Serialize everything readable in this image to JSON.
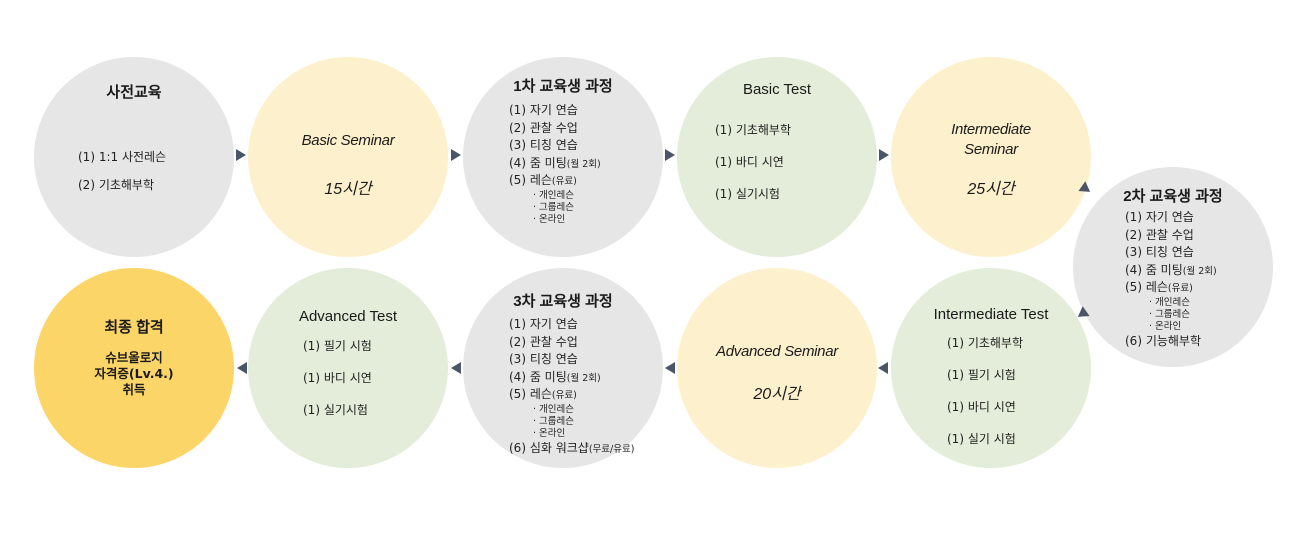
{
  "nodes": {
    "pre": {
      "title": "사전교육",
      "items": [
        "(1) 1:1 사전레슨",
        "(2) 기초해부학"
      ]
    },
    "basic_seminar": {
      "title": "Basic Seminar",
      "hours": "15시간"
    },
    "course1": {
      "title": "1차 교육생 과정",
      "items": [
        "(1)  자기 연습",
        "(2)  관찰 수업",
        "(3)  티칭 연습"
      ],
      "zoom_main": "(4)  줌 미팅",
      "zoom_note": "(월 2회)",
      "lesson_main": "(5)  레슨",
      "lesson_note": "(유료)",
      "subs": [
        "·  개인레슨",
        "·  그룹레슨",
        "·  온라인"
      ]
    },
    "basic_test": {
      "title": "Basic Test",
      "items": [
        "(1)  기초해부학",
        "(1)  바디 시연",
        "(1)  실기시험"
      ]
    },
    "intermediate_seminar": {
      "title_line1": "Intermediate",
      "title_line2": "Seminar",
      "hours": "25시간"
    },
    "course2": {
      "title": "2차 교육생 과정",
      "items": [
        "(1)  자기 연습",
        "(2)  관찰 수업",
        "(3)  티칭 연습"
      ],
      "zoom_main": "(4)  줌 미팅",
      "zoom_note": "(월 2회)",
      "lesson_main": "(5)  레슨",
      "lesson_note": "(유료)",
      "subs": [
        "·  개인레슨",
        "·  그룹레슨",
        "·  온라인"
      ],
      "extra": "(6) 기능해부학"
    },
    "intermediate_test": {
      "title": "Intermediate Test",
      "items": [
        "(1)  기초해부학",
        "(1)  필기 시험",
        "(1)  바디 시연",
        "(1)  실기 시험"
      ]
    },
    "advanced_seminar": {
      "title": "Advanced Seminar",
      "hours": "20시간"
    },
    "course3": {
      "title": "3차 교육생 과정",
      "items": [
        "(1)  자기 연습",
        "(2)  관찰 수업",
        "(3)  티칭 연습"
      ],
      "zoom_main": "(4)  줌 미팅",
      "zoom_note": "(월 2회)",
      "lesson_main": "(5)  레슨",
      "lesson_note": "(유료)",
      "subs": [
        "·  개인레슨",
        "·  그룹레슨",
        "·  온라인"
      ],
      "extra_main": "(6) 심화 워크샵",
      "extra_note": "(무료/유료)"
    },
    "advanced_test": {
      "title": "Advanced Test",
      "items": [
        "(1)  필기 시험",
        "(1)  바디 시연",
        "(1)  실기시험"
      ]
    },
    "final": {
      "title": "최종 합격",
      "lines": [
        "슈브올로지",
        "자격증(Lv.4.)",
        "취득"
      ]
    }
  },
  "colors": {
    "gray": "#e6e6e6",
    "cream": "#fdf0cc",
    "green": "#e3edd9",
    "gold": "#fcd568",
    "arrow": "#4a5568"
  }
}
